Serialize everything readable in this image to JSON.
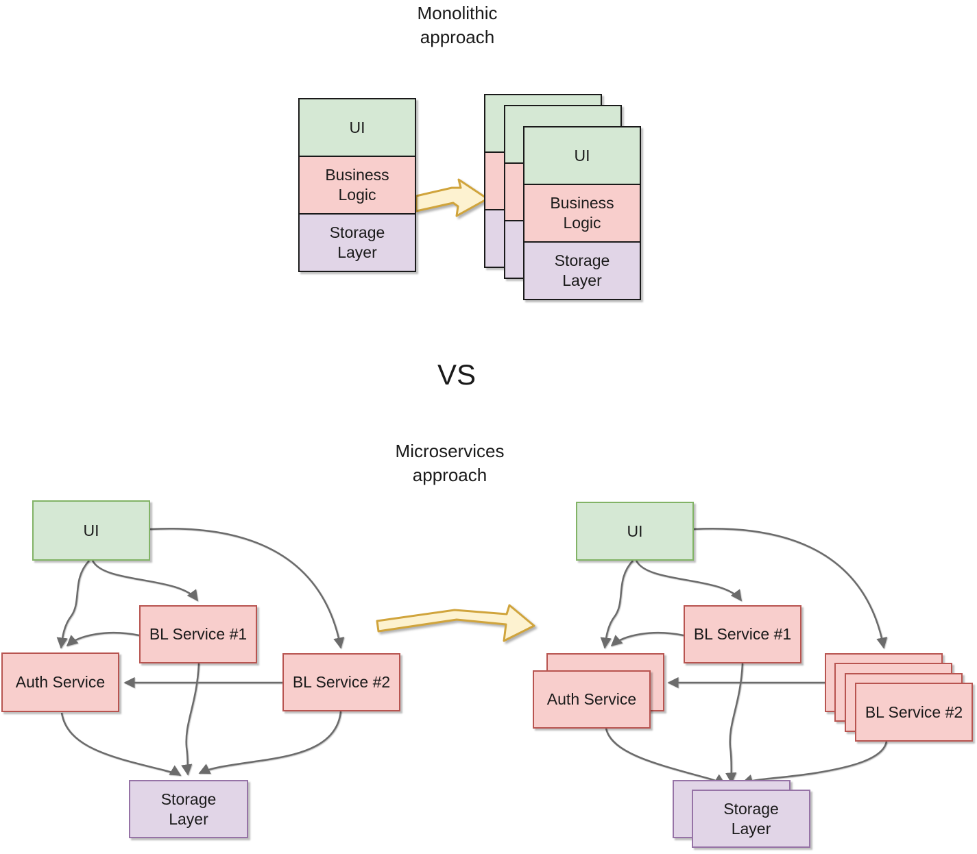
{
  "titles": {
    "monolithic": [
      "Monolithic",
      "approach"
    ],
    "vs": "VS",
    "microservices": [
      "Microservices",
      "approach"
    ]
  },
  "monolith": {
    "layers": [
      {
        "name": "ui",
        "lines": [
          "UI"
        ]
      },
      {
        "name": "business-logic",
        "lines": [
          "Business",
          "Logic"
        ]
      },
      {
        "name": "storage-layer",
        "lines": [
          "Storage",
          "Layer"
        ]
      }
    ],
    "replica_count": 3
  },
  "services": {
    "ui": "UI",
    "bl_service_1": "BL Service #1",
    "auth_service": "Auth Service",
    "bl_service_2": "BL Service #2",
    "storage": [
      "Storage",
      "Layer"
    ],
    "scaled_replicas": {
      "auth_service": 2,
      "bl_service_2": 4,
      "storage": 2
    }
  },
  "icons": {
    "transition_arrow": "fat-bent-right-arrow"
  },
  "colors": {
    "green_fill": "#d5e8d4",
    "green_border": "#82b366",
    "pink_fill": "#f8cecc",
    "pink_border": "#b85450",
    "purple_fill": "#e1d5e7",
    "purple_border": "#9673a6",
    "arrow_fill": "#fdf2d0",
    "arrow_border": "#d0a43c",
    "edge_color": "#6b6b6b",
    "text_color": "#1a1a1a"
  }
}
